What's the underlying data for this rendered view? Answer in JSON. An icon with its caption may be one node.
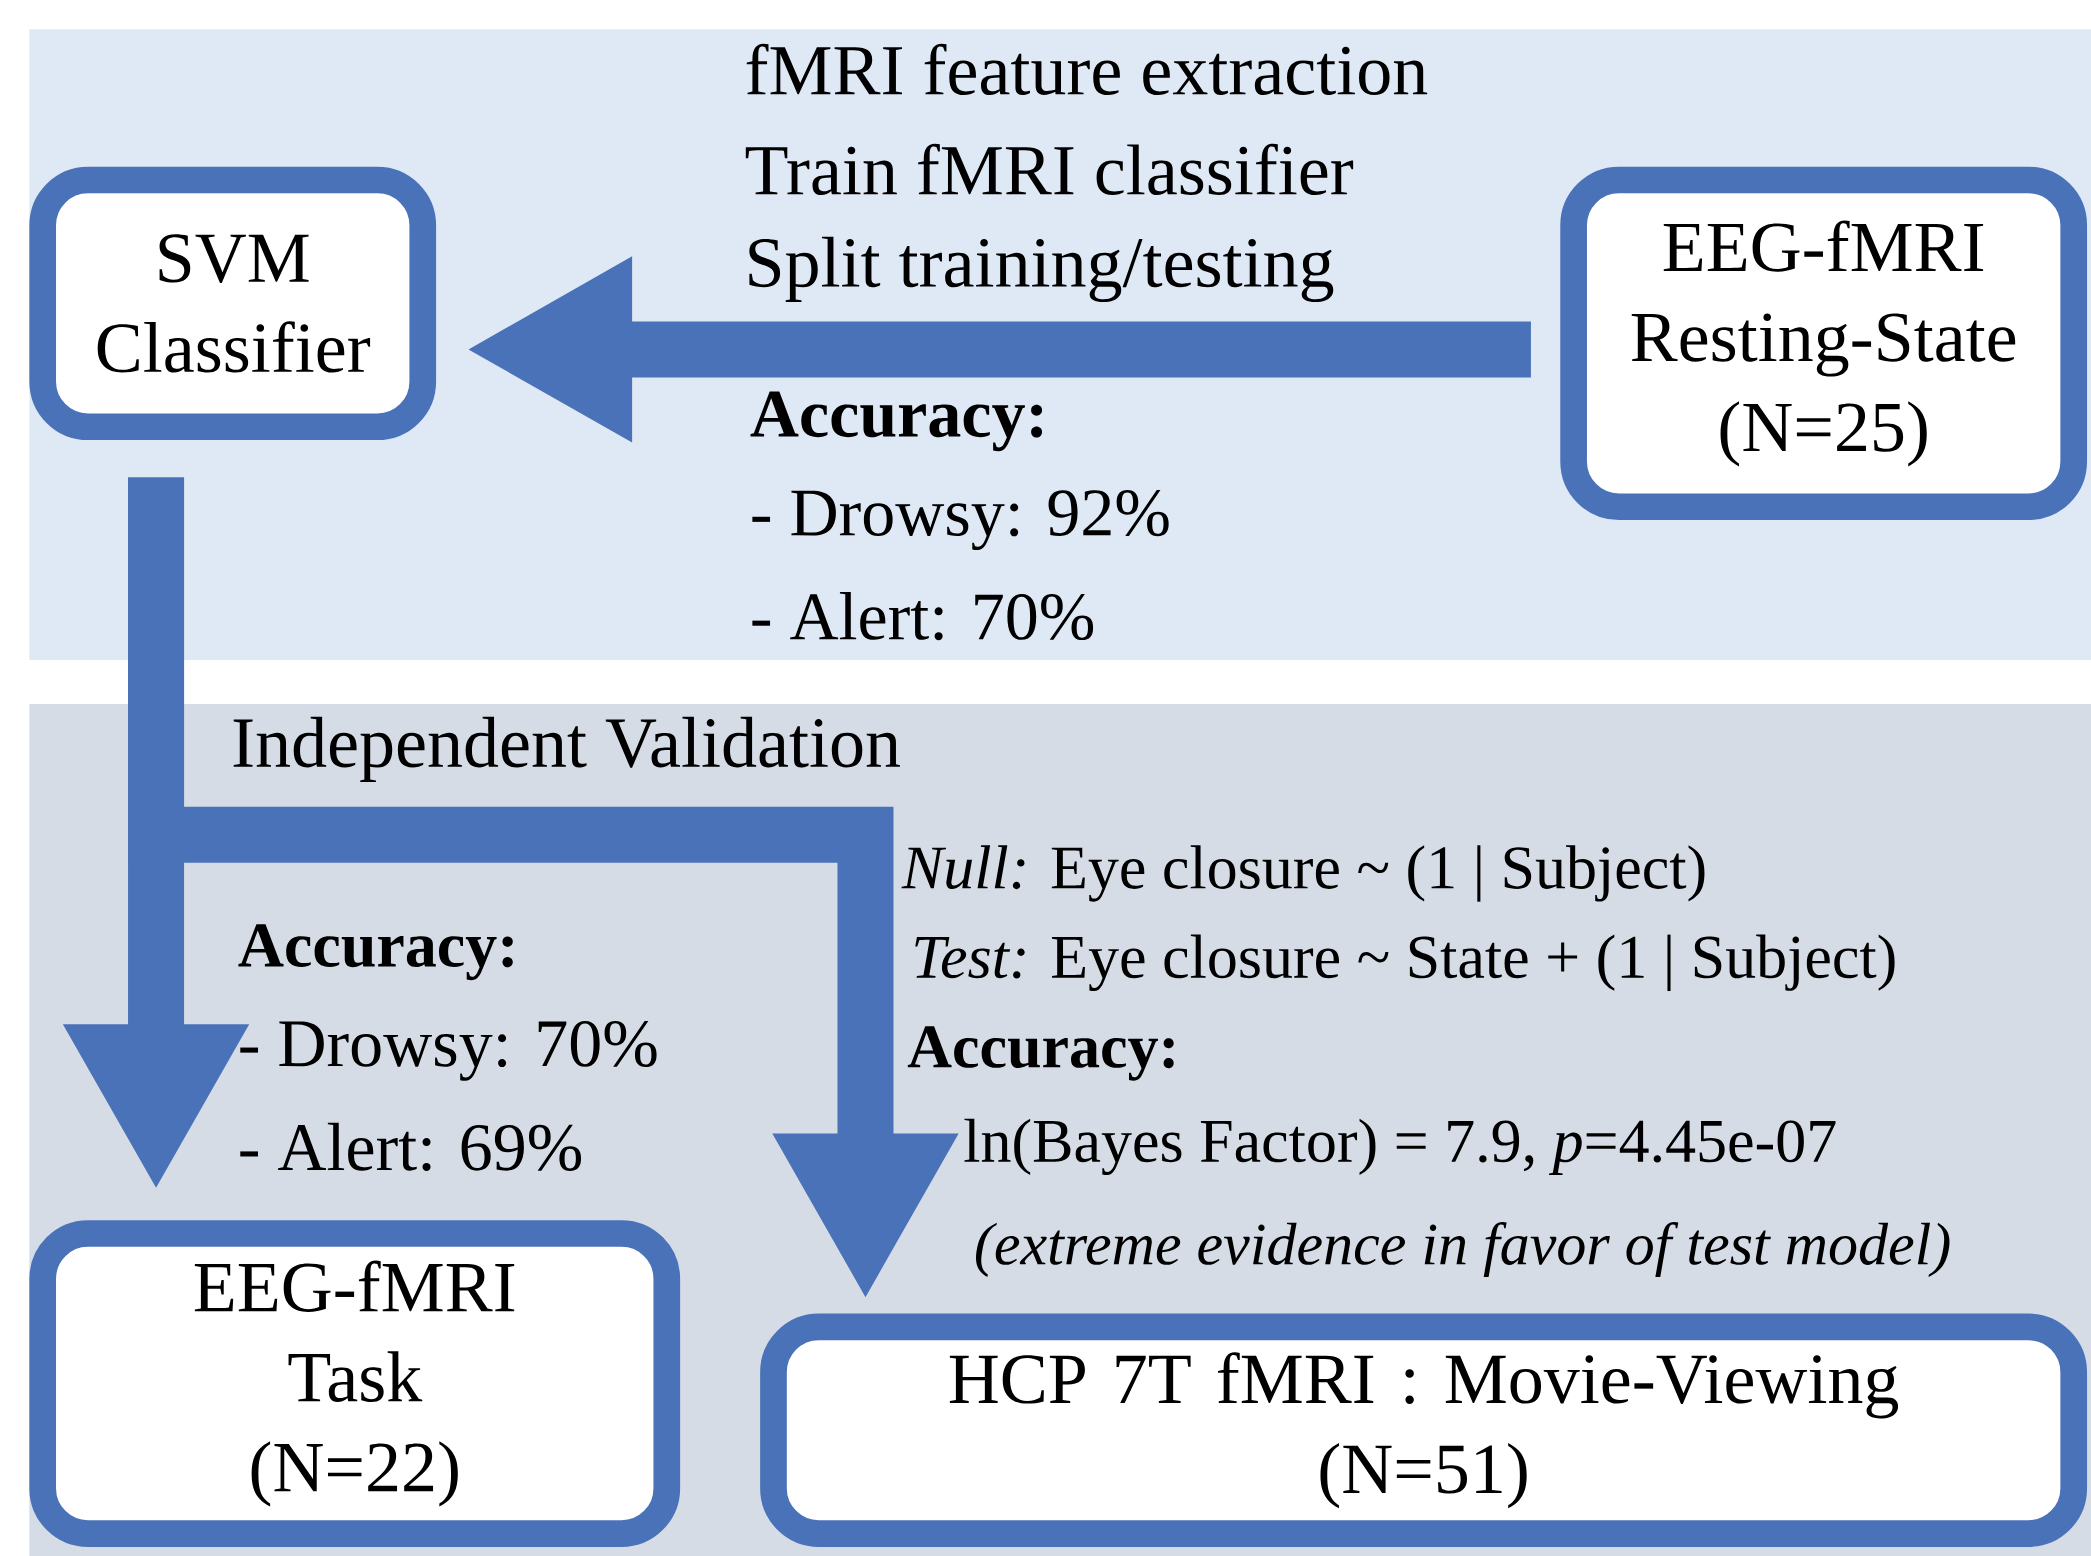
{
  "diagram": {
    "nodes": [
      {
        "text": [],
        "shape": "band"
      },
      {
        "text": [
          "SVM Classifier"
        ],
        "in": 0
      },
      {
        "text": [
          "EEG-fMRI Resting-State",
          "(N=25)"
        ],
        "in": 0
      },
      {
        "text": [],
        "shape": "band"
      },
      {
        "text": [
          "EEG-fMRI Task",
          "(N=22)"
        ],
        "in": 3
      },
      {
        "text": [
          "HCP 7T fMRI : Movie-Viewing",
          "(N=51)"
        ],
        "in": 3
      }
    ],
    "edges": [
      {
        "from": 2,
        "to": 1,
        "arrow": "to"
      },
      {
        "from": 1,
        "to": 4,
        "arrow": "to"
      },
      {
        "from": 1,
        "to": 5,
        "arrow": "to"
      }
    ],
    "labels": [
      "fMRI feature extraction",
      "Train fMRI classifier",
      "Split training/testing",
      "Accuracy:",
      "- Drowsy: 92%",
      "- Alert: 70%",
      "Independent Validation",
      "Accuracy:",
      "- Drowsy: 70%",
      "- Alert: 69%",
      "*Null:* Eye closure ~ (1 | Subject)",
      "*Test:* Eye closure ~ State + (1 | Subject)",
      "Accuracy:",
      "ln(Bayes Factor) = 7.9, *p*=4.45e-07",
      "(extreme evidence in favor of test model)"
    ]
  }
}
